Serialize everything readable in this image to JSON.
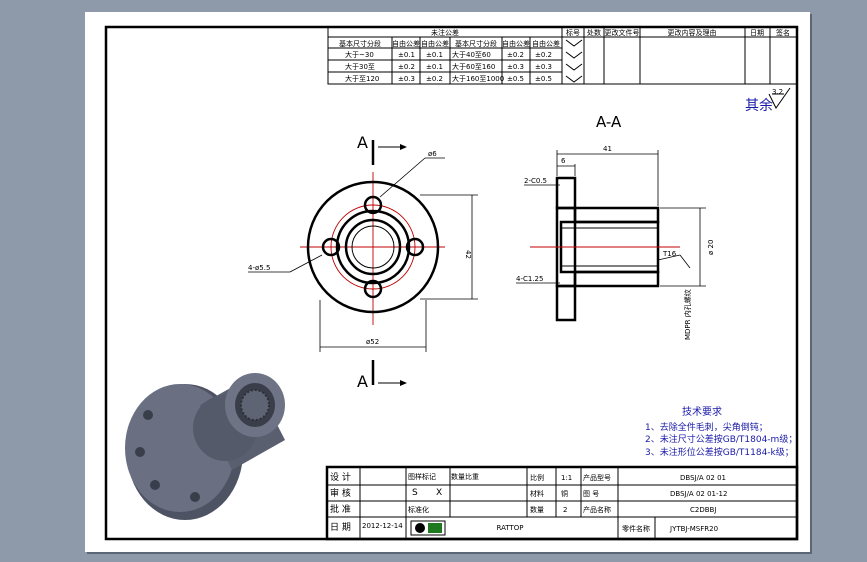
{
  "revision_table": {
    "title": "未注公差",
    "headers": [
      "基本尺寸分段",
      "自由公差",
      "自由公差",
      "基本尺寸分段",
      "自由公差",
      "自由公差"
    ],
    "rows": [
      [
        "大于~30",
        "±0.1",
        "±0.1",
        "大于40至60",
        "±0.2",
        "±0.2"
      ],
      [
        "大于30至",
        "±0.2",
        "±0.1",
        "大于60至160",
        "±0.3",
        "±0.3"
      ],
      [
        "大于至120",
        "±0.3",
        "±0.2",
        "大于160至1000",
        "±0.5",
        "±0.5"
      ]
    ],
    "change_headers": [
      "标号",
      "处数",
      "更改文件号",
      "更改内容及理由",
      "日期",
      "签名"
    ]
  },
  "roughness": {
    "prefix": "其余",
    "value": "3.2"
  },
  "views": {
    "section_label": "A-A",
    "cut_label_top": "A",
    "cut_label_bottom": "A",
    "front": {
      "hole_dim": "ø6",
      "holes_dim": "4-ø5.5",
      "dia_dim": "ø52",
      "pcd_dim": "42"
    },
    "section": {
      "length_dim": "41",
      "flange_dim": "6",
      "chamfer_top": "2-C0.5",
      "chamfer_bottom": "4-C1.25",
      "thread_dim": "T16",
      "bore_dim": "ø 20",
      "note_vert": "MDPR 内孔螺纹"
    }
  },
  "tech_requirements": {
    "title": "技术要求",
    "items": [
      "1、去除全件毛刺，尖角倒钝；",
      "2、未注尺寸公差按GB/T1804-m级；",
      "3、未注形位公差按GB/T1184-k级；"
    ]
  },
  "title_block": {
    "roles": [
      "设 计",
      "审 核",
      "批 准",
      "日 期"
    ],
    "date": "2012-12-14",
    "mid_top": [
      "图样标记",
      "数量比重"
    ],
    "mid_values": [
      "S",
      "X"
    ],
    "mid_side": [
      "标准化"
    ],
    "labels_right": [
      "比例",
      "材料",
      "数量"
    ],
    "values_right": [
      "1:1",
      "铜",
      "2"
    ],
    "labels_right2": [
      "产品型号",
      "图 号",
      "产品名称"
    ],
    "values_right2": [
      "DBSJ/A 02 01",
      "DBSJ/A 02 01-12",
      "C2DBBJ"
    ],
    "company": "RATTOP",
    "part_label": "零件名称",
    "part_name": "JYTBJ-MSFR20"
  },
  "colors": {
    "background": "#8e99a9",
    "sheet": "#ffffff",
    "annotation": "#1a1aa8",
    "model": "#5a5f70"
  }
}
